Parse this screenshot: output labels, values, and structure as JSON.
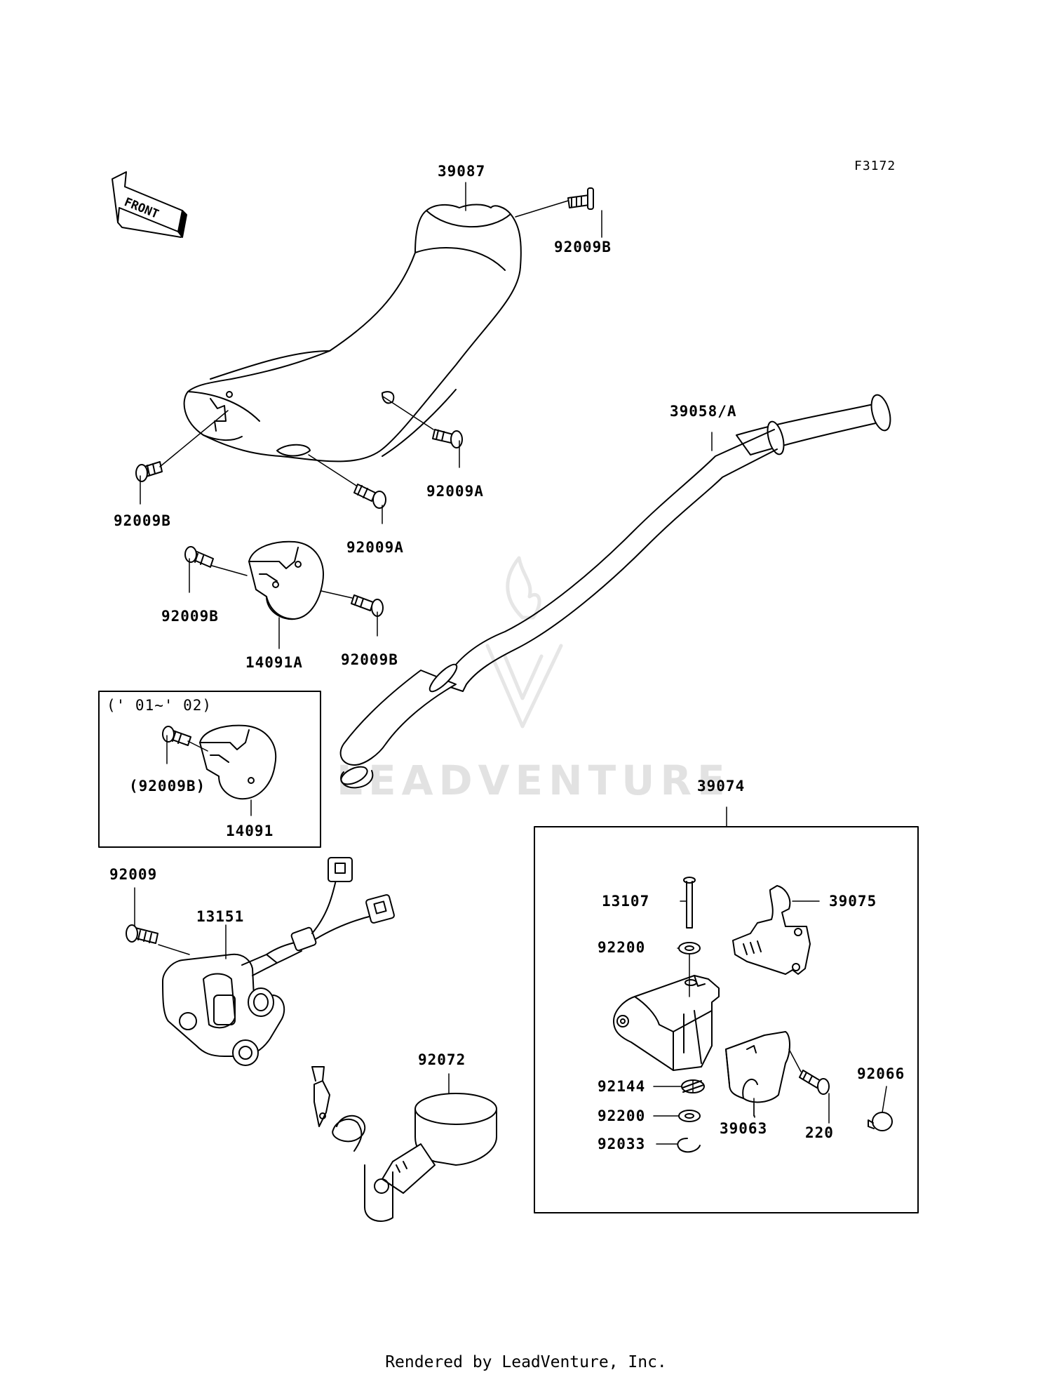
{
  "diagram": {
    "figure_code": "F3172",
    "front_arrow_label": "FRONT",
    "variant_box_label": "(' 01~' 02)",
    "watermark_text": "LEADVENTURE",
    "footer": "Rendered by LeadVenture, Inc.",
    "parts": {
      "p39087": "39087",
      "p92009B_top": "92009B",
      "p92009B_left": "92009B",
      "p92009A_right": "92009A",
      "p92009A_mid": "92009A",
      "p92009B_c1": "92009B",
      "p14091A": "14091A",
      "p92009B_c2": "92009B",
      "p92009B_paren": "(92009B)",
      "p14091": "14091",
      "p39058A": "39058/A",
      "p39074": "39074",
      "p92009": "92009",
      "p13151": "13151",
      "p92072": "92072",
      "p13107": "13107",
      "p39075": "39075",
      "p92200_top": "92200",
      "p92144": "92144",
      "p92200_bot": "92200",
      "p92033": "92033",
      "p39063": "39063",
      "p220": "220",
      "p92066": "92066"
    }
  }
}
